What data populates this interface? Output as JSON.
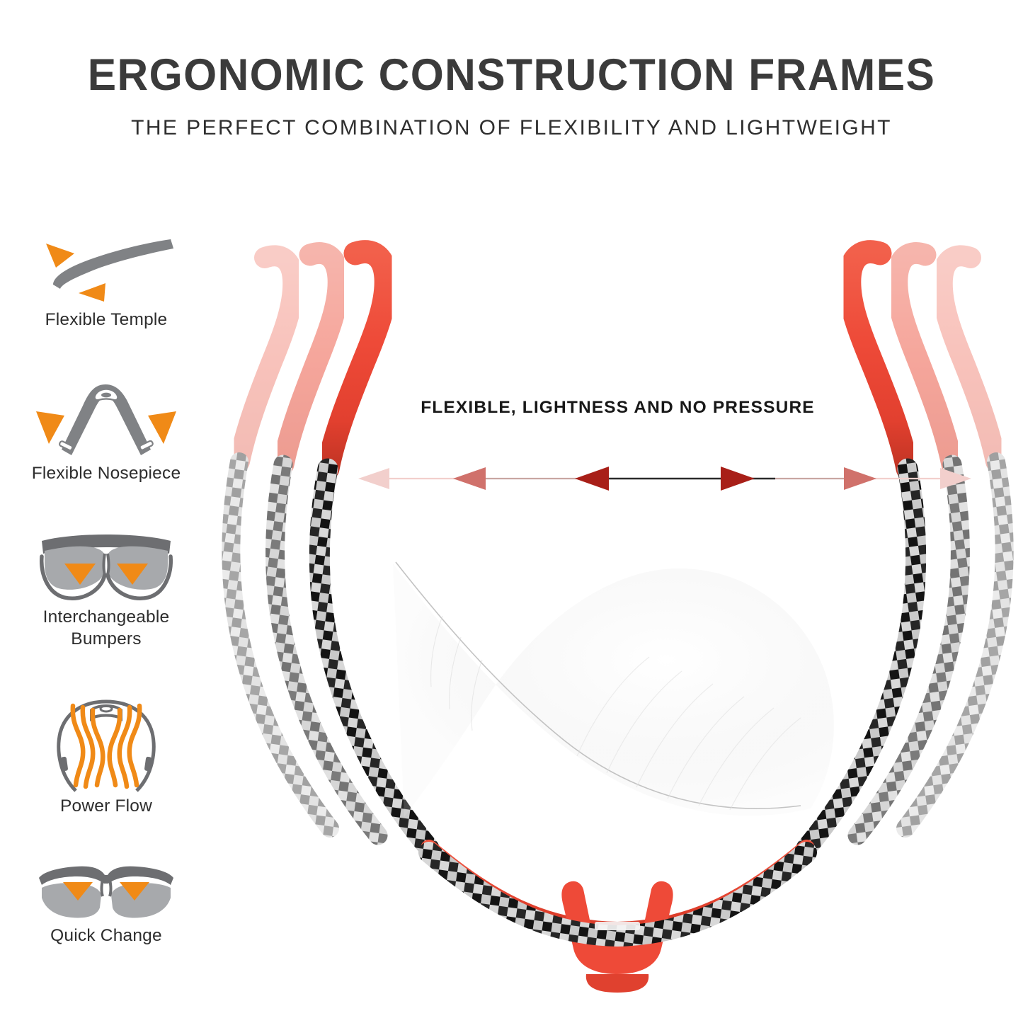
{
  "header": {
    "title": "ERGONOMIC CONSTRUCTION FRAMES",
    "subtitle": "THE PERFECT COMBINATION OF FLEXIBILITY AND LIGHTWEIGHT"
  },
  "features": [
    {
      "id": "flexible-temple",
      "label": "Flexible Temple",
      "icon": "bent-temple-arm-icon"
    },
    {
      "id": "flexible-nosepiece",
      "label": "Flexible Nosepiece",
      "icon": "nosepiece-icon"
    },
    {
      "id": "interchangeable-bumpers",
      "label": "Interchangeable Bumpers",
      "icon": "sunglasses-front-icon",
      "label_line1": "Interchangeable",
      "label_line2": "Bumpers"
    },
    {
      "id": "power-flow",
      "label": "Power Flow",
      "icon": "head-power-flow-icon"
    },
    {
      "id": "quick-change",
      "label": "Quick Change",
      "icon": "lens-swap-icon"
    }
  ],
  "product": {
    "banner_text": "FLEXIBLE, LIGHTNESS AND NO PRESSURE",
    "flex_arrow": {
      "name": "double-headed-flex-arrow",
      "heads": [
        "faint-left",
        "mid-left",
        "dark-left",
        "dark-right",
        "mid-right",
        "faint-right"
      ]
    },
    "feather": "white-feather-lightness-symbol",
    "arms_per_side": 3,
    "nosepiece": "red-nosepiece"
  },
  "colors": {
    "accent_orange": "#F08A17",
    "frame_red": "#EE4A38",
    "title_gray": "#3B3B3B",
    "icon_gray": "#808285",
    "arrow_dark_red": "#A81F18",
    "arrow_mid_red": "#D0716B",
    "arrow_faint_red": "#F2CFCC",
    "carbon_black": "#1B1B1B",
    "carbon_white": "#E9E9E9"
  }
}
